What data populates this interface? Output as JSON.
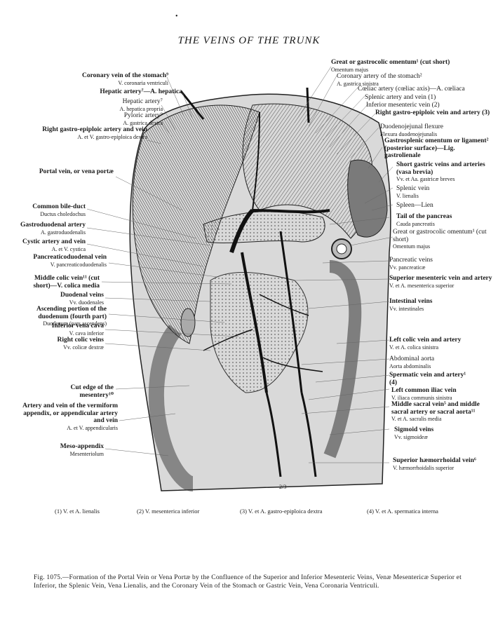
{
  "title": "THE VEINS OF THE TRUNK",
  "scale_mark": "2/3",
  "left_labels": [
    {
      "id": "coronary-vein",
      "main": "Coronary vein of the stomach⁹",
      "lat": "V. coronaria ventriculi"
    },
    {
      "id": "hepatic-artery",
      "main": "Hepatic artery⁷—A. hepatica",
      "lat": ""
    },
    {
      "id": "hepatic-artery-proper",
      "main": "Hepatic artery⁷",
      "lat": "A. hepatica propria"
    },
    {
      "id": "pyloric-artery",
      "main": "Pyloric artery⁹",
      "lat": "A. gastrica dextra"
    },
    {
      "id": "right-gastro-epiploic",
      "main": "Right gastro-epiploic artery and vein",
      "lat": "A. et V. gastro-epiploica dextra"
    },
    {
      "id": "portal-vein",
      "main": "Portal vein, or vena portæ",
      "lat": ""
    },
    {
      "id": "common-bile-duct",
      "main": "Common bile-duct",
      "lat": "Ductus choledochus"
    },
    {
      "id": "gastroduodenal-artery",
      "main": "Gastroduodenal artery",
      "lat": "A. gastroduodenalis"
    },
    {
      "id": "cystic-artery",
      "main": "Cystic artery and vein",
      "lat": "A. et V. cystica"
    },
    {
      "id": "pancreaticoduodenal-vein",
      "main": "Pancreaticoduodenal vein",
      "lat": "V. pancreaticoduodenalis"
    },
    {
      "id": "middle-colic-vein",
      "main": "Middle colic vein¹¹ (cut short)—V. colica media",
      "lat": ""
    },
    {
      "id": "duodenal-veins",
      "main": "Duodenal veins",
      "lat": "Vv. duodenales"
    },
    {
      "id": "ascending-duodenum",
      "main": "Ascending portion of the duodenum (fourth part)",
      "lat": "Duodenum (pars ascendens)"
    },
    {
      "id": "inferior-vena-cava",
      "main": "Inferior vena cava",
      "lat": "V. cava inferior"
    },
    {
      "id": "right-colic-veins",
      "main": "Right colic veins",
      "lat": "Vv. colicæ dextræ"
    },
    {
      "id": "cut-edge-mesentery",
      "main": "Cut edge of the mesentery¹⁰",
      "lat": ""
    },
    {
      "id": "appendicular-artery",
      "main": "Artery and vein of the vermiform appendix, or appendicular artery and vein",
      "lat": "A. et V. appendicularis"
    },
    {
      "id": "meso-appendix",
      "main": "Meso-appendix",
      "lat": "Mesenteriolum"
    }
  ],
  "right_labels": [
    {
      "id": "great-omentum-top",
      "main": "Great or gastrocolic omentum¹ (cut short)",
      "lat": "Omentum majus"
    },
    {
      "id": "coronary-artery",
      "main": "Coronary artery of the stomach²",
      "lat": "A. gastrica sinistra"
    },
    {
      "id": "coeliac-artery",
      "main": "Cœliac artery (cœliac axis)—A. cœliaca",
      "lat": ""
    },
    {
      "id": "splenic-artery-vein",
      "main": "Splenic artery and vein (1)",
      "lat": ""
    },
    {
      "id": "inferior-mesenteric-vein",
      "main": "Inferior mesenteric vein (2)",
      "lat": ""
    },
    {
      "id": "right-gastro-epiploic-r",
      "main": "Right gastro-epiploic vein and artery (3)",
      "lat": ""
    },
    {
      "id": "duodenojejunal-flexure",
      "main": "Duodenojejunal flexure",
      "lat": "Flexura duodenojejunalis"
    },
    {
      "id": "gastrosplenic-omentum",
      "main": "Gastrosplenic omentum or ligament² (posterior surface)—Lig. gastrolienale",
      "lat": ""
    },
    {
      "id": "short-gastric",
      "main": "Short gastric veins and arteries (vasa brevia)",
      "lat": "Vv. et Aa. gastricæ breves"
    },
    {
      "id": "splenic-vein",
      "main": "Splenic vein",
      "lat": "V. lienalis"
    },
    {
      "id": "spleen",
      "main": "Spleen—Lien",
      "lat": ""
    },
    {
      "id": "tail-pancreas",
      "main": "Tail of the pancreas",
      "lat": "Cauda pancreatis"
    },
    {
      "id": "great-omentum-r",
      "main": "Great or gastrocolic omentum¹ (cut short)",
      "lat": "Omentum majus"
    },
    {
      "id": "pancreatic-veins",
      "main": "Pancreatic veins",
      "lat": "Vv. pancreaticæ"
    },
    {
      "id": "superior-mesenteric",
      "main": "Superior mesenteric vein and artery",
      "lat": "V. et A. mesenterica superior"
    },
    {
      "id": "intestinal-veins",
      "main": "Intestinal veins",
      "lat": "Vv. intestinales"
    },
    {
      "id": "left-colic",
      "main": "Left colic vein and artery",
      "lat": "V. et A. colica sinistra"
    },
    {
      "id": "abdominal-aorta",
      "main": "Abdominal aorta",
      "lat": "Aorta abdominalis"
    },
    {
      "id": "spermatic-vein",
      "main": "Spermatic vein and artery¹ (4)",
      "lat": ""
    },
    {
      "id": "left-common-iliac",
      "main": "Left common iliac vein",
      "lat": "V. iliaca communis sinistra"
    },
    {
      "id": "middle-sacral",
      "main": "Middle sacral vein⁵ and middle sacral artery or sacral aorta¹¹",
      "lat": "V. et A. sacralis media"
    },
    {
      "id": "sigmoid-veins",
      "main": "Sigmoid veins",
      "lat": "Vv. sigmoideæ"
    },
    {
      "id": "superior-haemorrhoidal",
      "main": "Superior hæmorrhoidal vein⁶",
      "lat": "V. hæmorrhoidalis superior"
    }
  ],
  "footnotes": [
    "(1) V. et A. lienalis",
    "(2) V. mesenterica inferior",
    "(3) V. et A. gastro-epiploica dextra",
    "(4) V. et A. spermatica interna"
  ],
  "caption": "Fig. 1075.—Formation of the Portal Vein or Vena Portæ by the Confluence of the Superior and Inferior Mesenteric Veins, Venæ Mesentericæ Superior et Inferior, the Splenic Vein, Vena Lienalis, and the Coronary Vein of the Stomach or Gastric Vein, Vena Coronaria Ventriculi."
}
